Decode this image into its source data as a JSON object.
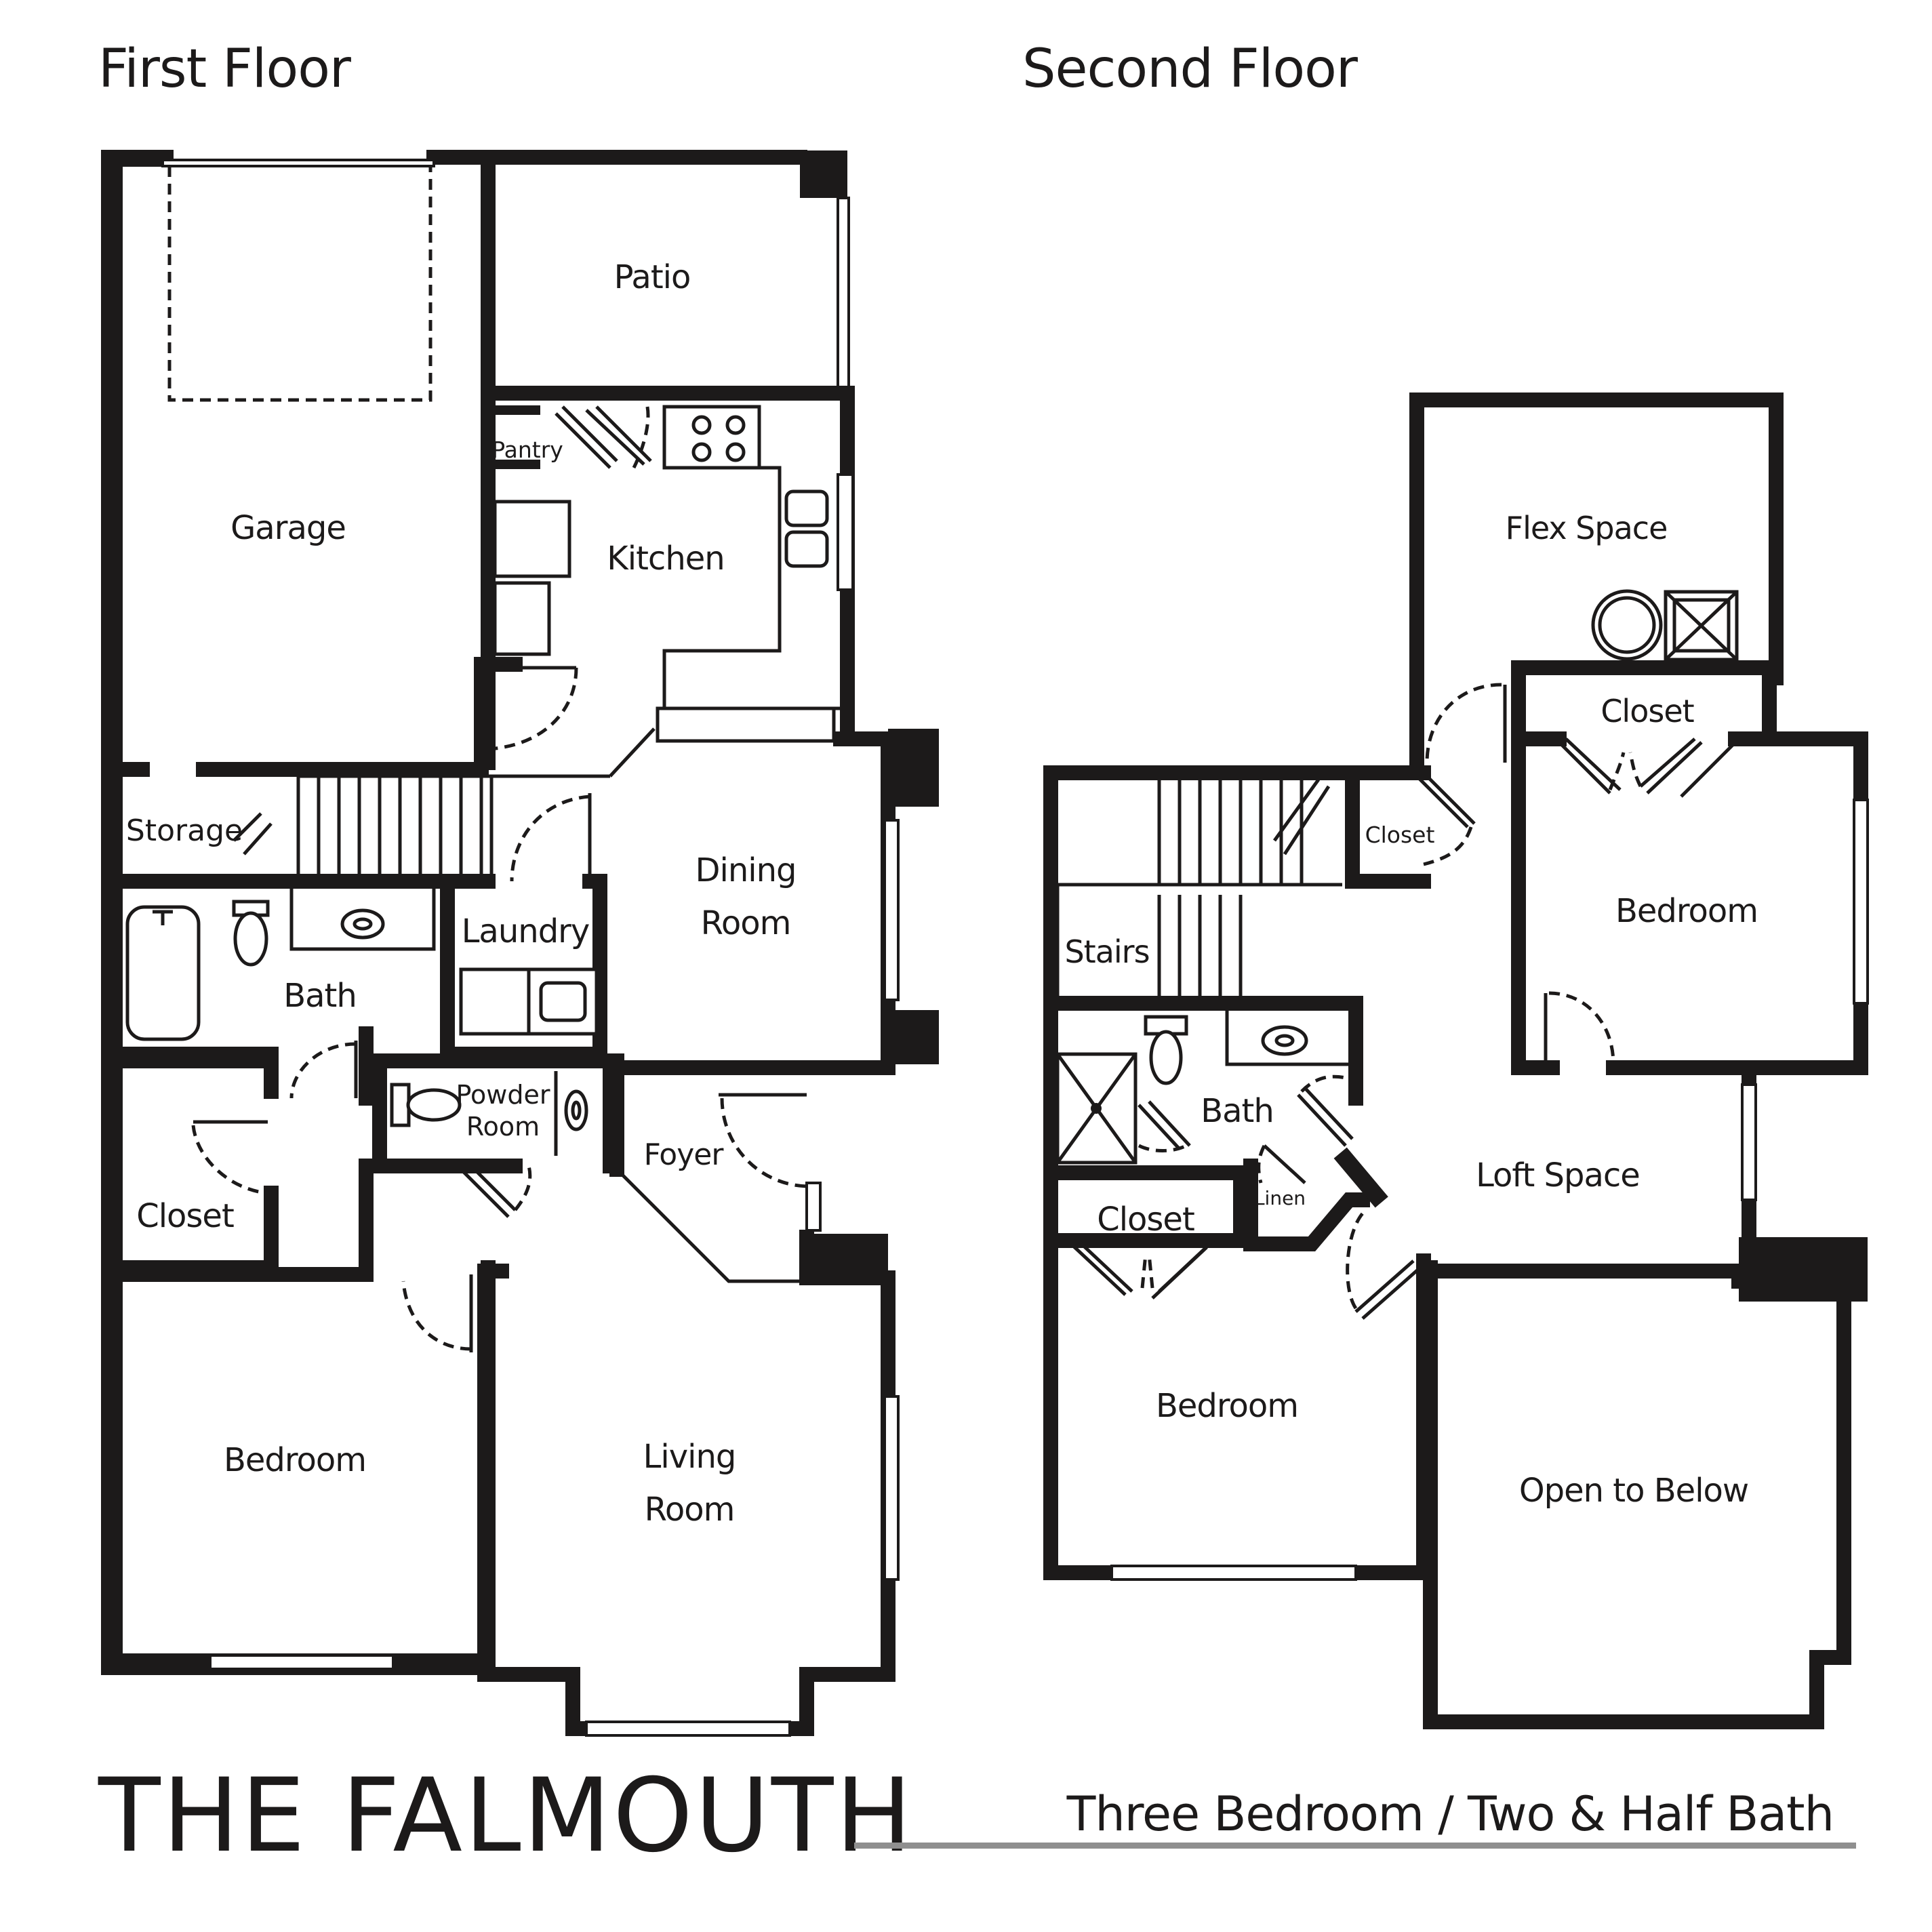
{
  "brand": "THE FALMOUTH",
  "subtitle": "Three Bedroom / Two & Half Bath",
  "first_floor": {
    "title": "First Floor",
    "rooms": {
      "patio": "Patio",
      "garage": "Garage",
      "pantry": "Pantry",
      "kitchen": "Kitchen",
      "storage": "Storage",
      "dining_1": "Dining",
      "dining_2": "Room",
      "laundry": "Laundry",
      "bath": "Bath",
      "powder_1": "Powder",
      "powder_2": "Room",
      "foyer": "Foyer",
      "closet": "Closet",
      "bedroom": "Bedroom",
      "living_1": "Living",
      "living_2": "Room"
    }
  },
  "second_floor": {
    "title": "Second Floor",
    "rooms": {
      "flex": "Flex Space",
      "closet_top": "Closet",
      "closet_small": "Closet",
      "bedroom_right": "Bedroom",
      "stairs": "Stairs",
      "bath": "Bath",
      "linen": "Linen",
      "loft": "Loft Space",
      "closet_left": "Closet",
      "bedroom_left": "Bedroom",
      "open_below": "Open to Below"
    }
  },
  "colors": {
    "ink": "#1c1a1a",
    "rule": "#8f8f8f",
    "background": "#ffffff"
  }
}
